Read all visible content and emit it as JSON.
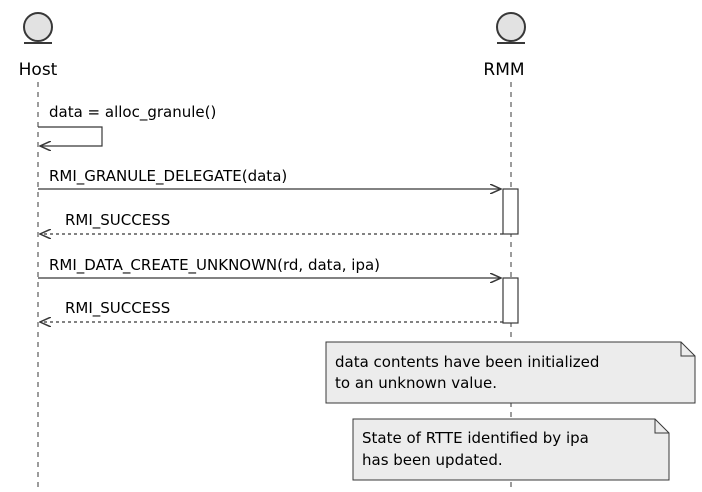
{
  "participants": {
    "host": {
      "label": "Host"
    },
    "rmm": {
      "label": "RMM"
    }
  },
  "messages": [
    {
      "label": "data = alloc_granule()",
      "from": "Host",
      "to": "Host",
      "style": "solid"
    },
    {
      "label": "RMI_GRANULE_DELEGATE(data)",
      "from": "Host",
      "to": "RMM",
      "style": "solid"
    },
    {
      "label": "RMI_SUCCESS",
      "from": "RMM",
      "to": "Host",
      "style": "dashed"
    },
    {
      "label": "RMI_DATA_CREATE_UNKNOWN(rd, data, ipa)",
      "from": "Host",
      "to": "RMM",
      "style": "solid"
    },
    {
      "label": "RMI_SUCCESS",
      "from": "RMM",
      "to": "Host",
      "style": "dashed"
    }
  ],
  "notes": [
    {
      "lines": [
        "data contents have been initialized",
        "to an unknown value."
      ]
    },
    {
      "lines": [
        "State of RTTE identified by ipa",
        "has been updated."
      ]
    }
  ],
  "colors": {
    "line": "#383838",
    "note_fill": "#ececec",
    "actor_fill": "#e2e2e2"
  }
}
